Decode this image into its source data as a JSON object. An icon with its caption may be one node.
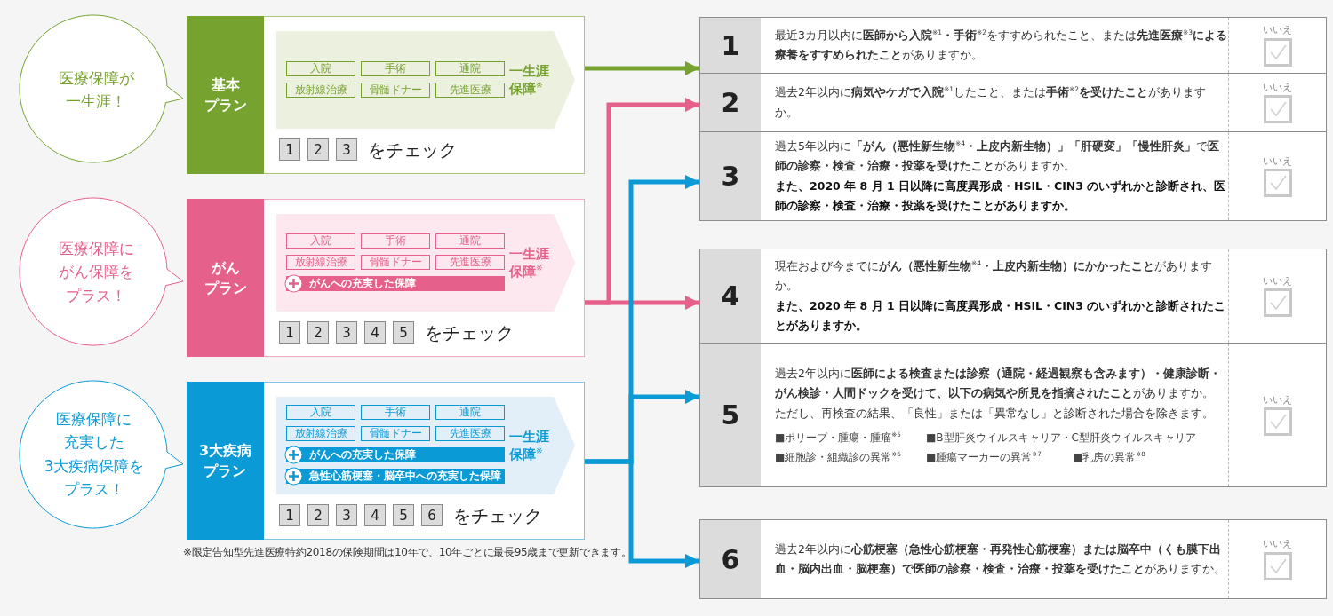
{
  "diagram": {
    "nodes": [
      {
        "text": [
          "医療保障が一生涯！"
        ]
      },
      {
        "text": [
          "基本プラン",
          "をチェック"
        ]
      },
      {
        "text": [
          "一生涯保障$^{※}$"
        ],
        "in": 1
      },
      {
        "text": [
          "入院"
        ],
        "in": 2
      },
      {
        "text": [
          "手術"
        ],
        "in": 2
      },
      {
        "text": [
          "通院"
        ],
        "in": 2
      },
      {
        "text": [
          "放射線治療"
        ],
        "in": 2
      },
      {
        "text": [
          "骨髄ドナー"
        ],
        "in": 2
      },
      {
        "text": [
          "先進医療"
        ],
        "in": 2
      },
      {
        "text": [
          "1"
        ],
        "in": 1
      },
      {
        "text": [
          "2"
        ],
        "in": 1
      },
      {
        "text": [
          "3"
        ],
        "in": 1
      },
      {
        "text": [
          "医療保障にがん保障をプラス！"
        ]
      },
      {
        "text": [
          "がんプラン",
          "をチェック"
        ]
      },
      {
        "text": [
          "一生涯保障$^{※}$"
        ],
        "in": 13
      },
      {
        "text": [
          "入院"
        ],
        "in": 14
      },
      {
        "text": [
          "手術"
        ],
        "in": 14
      },
      {
        "text": [
          "通院"
        ],
        "in": 14
      },
      {
        "text": [
          "放射線治療"
        ],
        "in": 14
      },
      {
        "text": [
          "骨髄ドナー"
        ],
        "in": 14
      },
      {
        "text": [
          "先進医療"
        ],
        "in": 14
      },
      {
        "text": [
          "がんへの充実した保障"
        ],
        "in": 14
      },
      {
        "text": [
          "1"
        ],
        "in": 13
      },
      {
        "text": [
          "2"
        ],
        "in": 13
      },
      {
        "text": [
          "3"
        ],
        "in": 13
      },
      {
        "text": [
          "4"
        ],
        "in": 13
      },
      {
        "text": [
          "5"
        ],
        "in": 13
      },
      {
        "text": [
          "医療保障に充実した3大疾病保障をプラス！"
        ]
      },
      {
        "text": [
          "3大疾病プラン",
          "をチェック"
        ]
      },
      {
        "text": [
          "一生涯保障$^{※}$"
        ],
        "in": 28
      },
      {
        "text": [
          "入院"
        ],
        "in": 29
      },
      {
        "text": [
          "手術"
        ],
        "in": 29
      },
      {
        "text": [
          "通院"
        ],
        "in": 29
      },
      {
        "text": [
          "放射線治療"
        ],
        "in": 29
      },
      {
        "text": [
          "骨髄ドナー"
        ],
        "in": 29
      },
      {
        "text": [
          "先進医療"
        ],
        "in": 29
      },
      {
        "text": [
          "がんへの充実した保障"
        ],
        "in": 29
      },
      {
        "text": [
          "急性心筋梗塞・脳卒中への充実した保障"
        ],
        "in": 29
      },
      {
        "text": [
          "1"
        ],
        "in": 28
      },
      {
        "text": [
          "2"
        ],
        "in": 28
      },
      {
        "text": [
          "3"
        ],
        "in": 28
      },
      {
        "text": [
          "4"
        ],
        "in": 28
      },
      {
        "text": [
          "5"
        ],
        "in": 28
      },
      {
        "text": [
          "6"
        ],
        "in": 28
      },
      {
        "text": [
          "1",
          "最近3カ月以内に**医師から入院**$^{※1}$**・手術**$^{※2}$をすすめられたこと、または**先進医療**$^{※3}$**による療養をすすめられたこと**がありますか。",
          "いいえ"
        ]
      },
      {
        "text": [
          "2",
          "過去2年以内に**病気やケガで入院**$^{※1}$したこと、または**手術**$^{※2}$**を受けたこと**がありますか。",
          "いいえ"
        ]
      },
      {
        "text": [
          "3",
          "過去5年以内に**「がん（悪性新生物**$^{※4}$**・上皮内新生物）」「肝硬変」「慢性肝炎」**で**医師の診察・検査・治療・投薬を受けたこと**がありますか。",
          "また、2020 年 8 月 1 日以降に高度異形成・HSIL・CIN3 のいずれかと診断され、医師の診察・検査・治療・投薬を受けたことがありますか。",
          "いいえ"
        ]
      },
      {
        "text": [
          "4",
          "現在および今までに**がん（悪性新生物**$^{※4}$**・上皮内新生物）にかかったこと**がありますか。",
          "また、2020 年 8 月 1 日以降に高度異形成・HSIL・CIN3 のいずれかと診断されたことがありますか。",
          "いいえ"
        ]
      },
      {
        "text": [
          "5",
          "過去2年以内に**医師による検査または診察（通院・経過観察も含みます）・健康診断・がん検診・人間ドックを受けて、以下の病気や所見を指摘されたこと**がありますか。",
          "ただし、再検査の結果、「良性」または「異常なし」と診断された場合を除きます。",
          "■ポリープ・腫瘍・腫瘤$^{※5}$",
          "■B型肝炎ウイルスキャリア・C型肝炎ウイルスキャリア",
          "■細胞診・組織診の異常$^{※6}$",
          "■腫瘍マーカーの異常$^{※7}$",
          "■乳房の異常$^{※8}$",
          "いいえ"
        ]
      },
      {
        "text": [
          "6",
          "過去2年以内に**心筋梗塞（急性心筋梗塞・再発性心筋梗塞）または脳卒中（くも膜下出血・脳内出血・脳梗塞）で医師の診察・検査・治療・投薬を受けたこと**がありますか。",
          "いいえ"
        ]
      }
    ],
    "edges": [
      {
        "from": 1,
        "to": 44,
        "arrow": "to",
        "color": "#76a22f"
      },
      {
        "from": 13,
        "to": 45,
        "arrow": "to",
        "color": "#e5608a"
      },
      {
        "from": 13,
        "to": 47,
        "arrow": "to",
        "color": "#e5608a"
      },
      {
        "from": 28,
        "to": 46,
        "arrow": "to",
        "color": "#0a9ad6"
      },
      {
        "from": 28,
        "to": 48,
        "arrow": "to",
        "color": "#0a9ad6"
      },
      {
        "from": 28,
        "to": 49,
        "arrow": "to",
        "color": "#0a9ad6"
      }
    ],
    "labels": [
      "※限定告知型先進医療特約2018の保険期間は10年で、10年ごとに最長95歳まで更新できます。"
    ]
  }
}
